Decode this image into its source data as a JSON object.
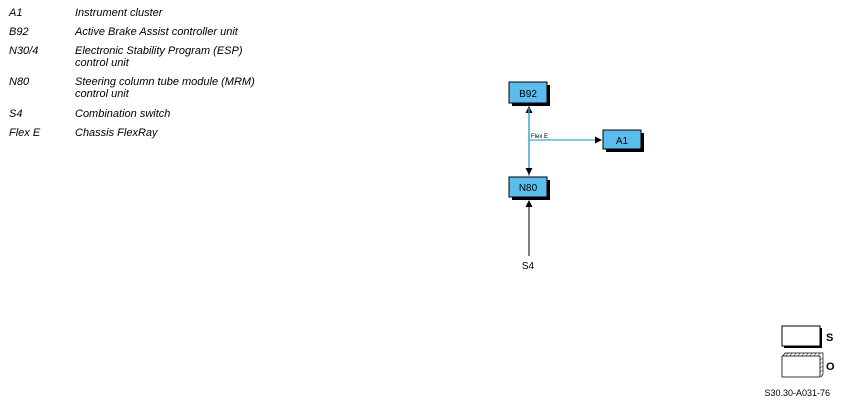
{
  "legend": [
    {
      "code": "A1",
      "desc": "Instrument cluster"
    },
    {
      "code": "B92",
      "desc": "Active Brake Assist controller unit"
    },
    {
      "code": "N30/4",
      "desc": "Electronic Stability Program (ESP) control unit"
    },
    {
      "code": "N80",
      "desc": "Steering column tube module (MRM) control unit"
    },
    {
      "code": "S4",
      "desc": "Combination switch"
    },
    {
      "code": "Flex E",
      "desc": "Chassis FlexRay"
    }
  ],
  "nodes": {
    "b92": "B92",
    "a1": "A1",
    "n80": "N80",
    "s4": "S4"
  },
  "bus_label": "Flex E",
  "key": {
    "s": "S",
    "o": "O"
  },
  "doc_ref": "S30.30-A031-76",
  "colors": {
    "node_fill": "#5bbdee",
    "bus_line": "#3aa9d6"
  }
}
